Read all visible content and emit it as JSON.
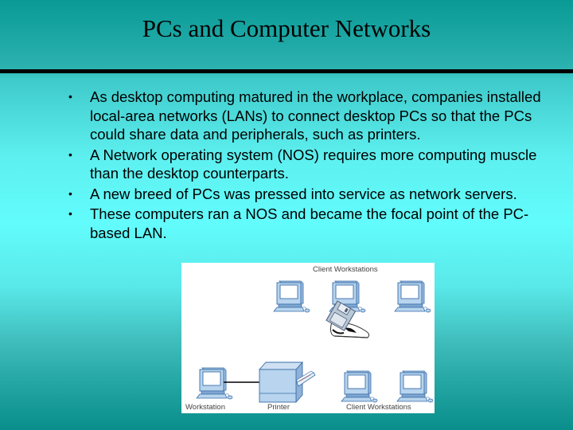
{
  "slide": {
    "title": "PCs and Computer Networks",
    "bullets": [
      "As desktop computing matured in the workplace, companies installed local-area networks (LANs) to connect desktop PCs so that the PCs could share data and peripherals, such as printers.",
      "A Network operating system (NOS) requires more computing muscle than the desktop counterparts.",
      "A new breed of PCs was pressed into service as network servers.",
      "These computers ran a NOS and became the focal point of the PC-based LAN."
    ],
    "bullet_glyph": "•"
  },
  "diagram": {
    "labels": {
      "top_clients": "Client Workstations",
      "workstation": "Workstation",
      "printer": "Printer",
      "bottom_clients": "Client Workstations"
    },
    "icons": [
      "computer-icon",
      "floppy-disk-icon",
      "sneaker-icon",
      "printer-icon"
    ],
    "colors": {
      "device_fill": "#b8d4ee",
      "device_stroke": "#3a6ea8",
      "cable": "#000000"
    }
  },
  "colors": {
    "background_top": "#0a9a96",
    "background_mid": "#62fcfc",
    "background_bottom": "#0a8e8c",
    "rule": "#000000",
    "text": "#000000"
  }
}
